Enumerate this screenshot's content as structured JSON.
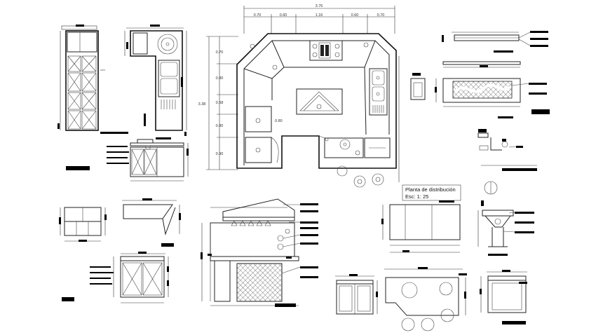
{
  "plan": {
    "overall_width": "3.76",
    "top_dims": [
      "0.70",
      "0.60",
      "1.16",
      "0.60",
      "0.70"
    ],
    "overall_height": "3.38",
    "left_dims": [
      "0.70",
      "0.80",
      "0.58",
      "0.80",
      "0.90"
    ],
    "inner_dim": "0.80",
    "title": "Planta de distribución",
    "scale": "Esc: 1: 25"
  },
  "colors": {
    "line": "#222222",
    "background": "#ffffff",
    "label_block": "#000000"
  }
}
